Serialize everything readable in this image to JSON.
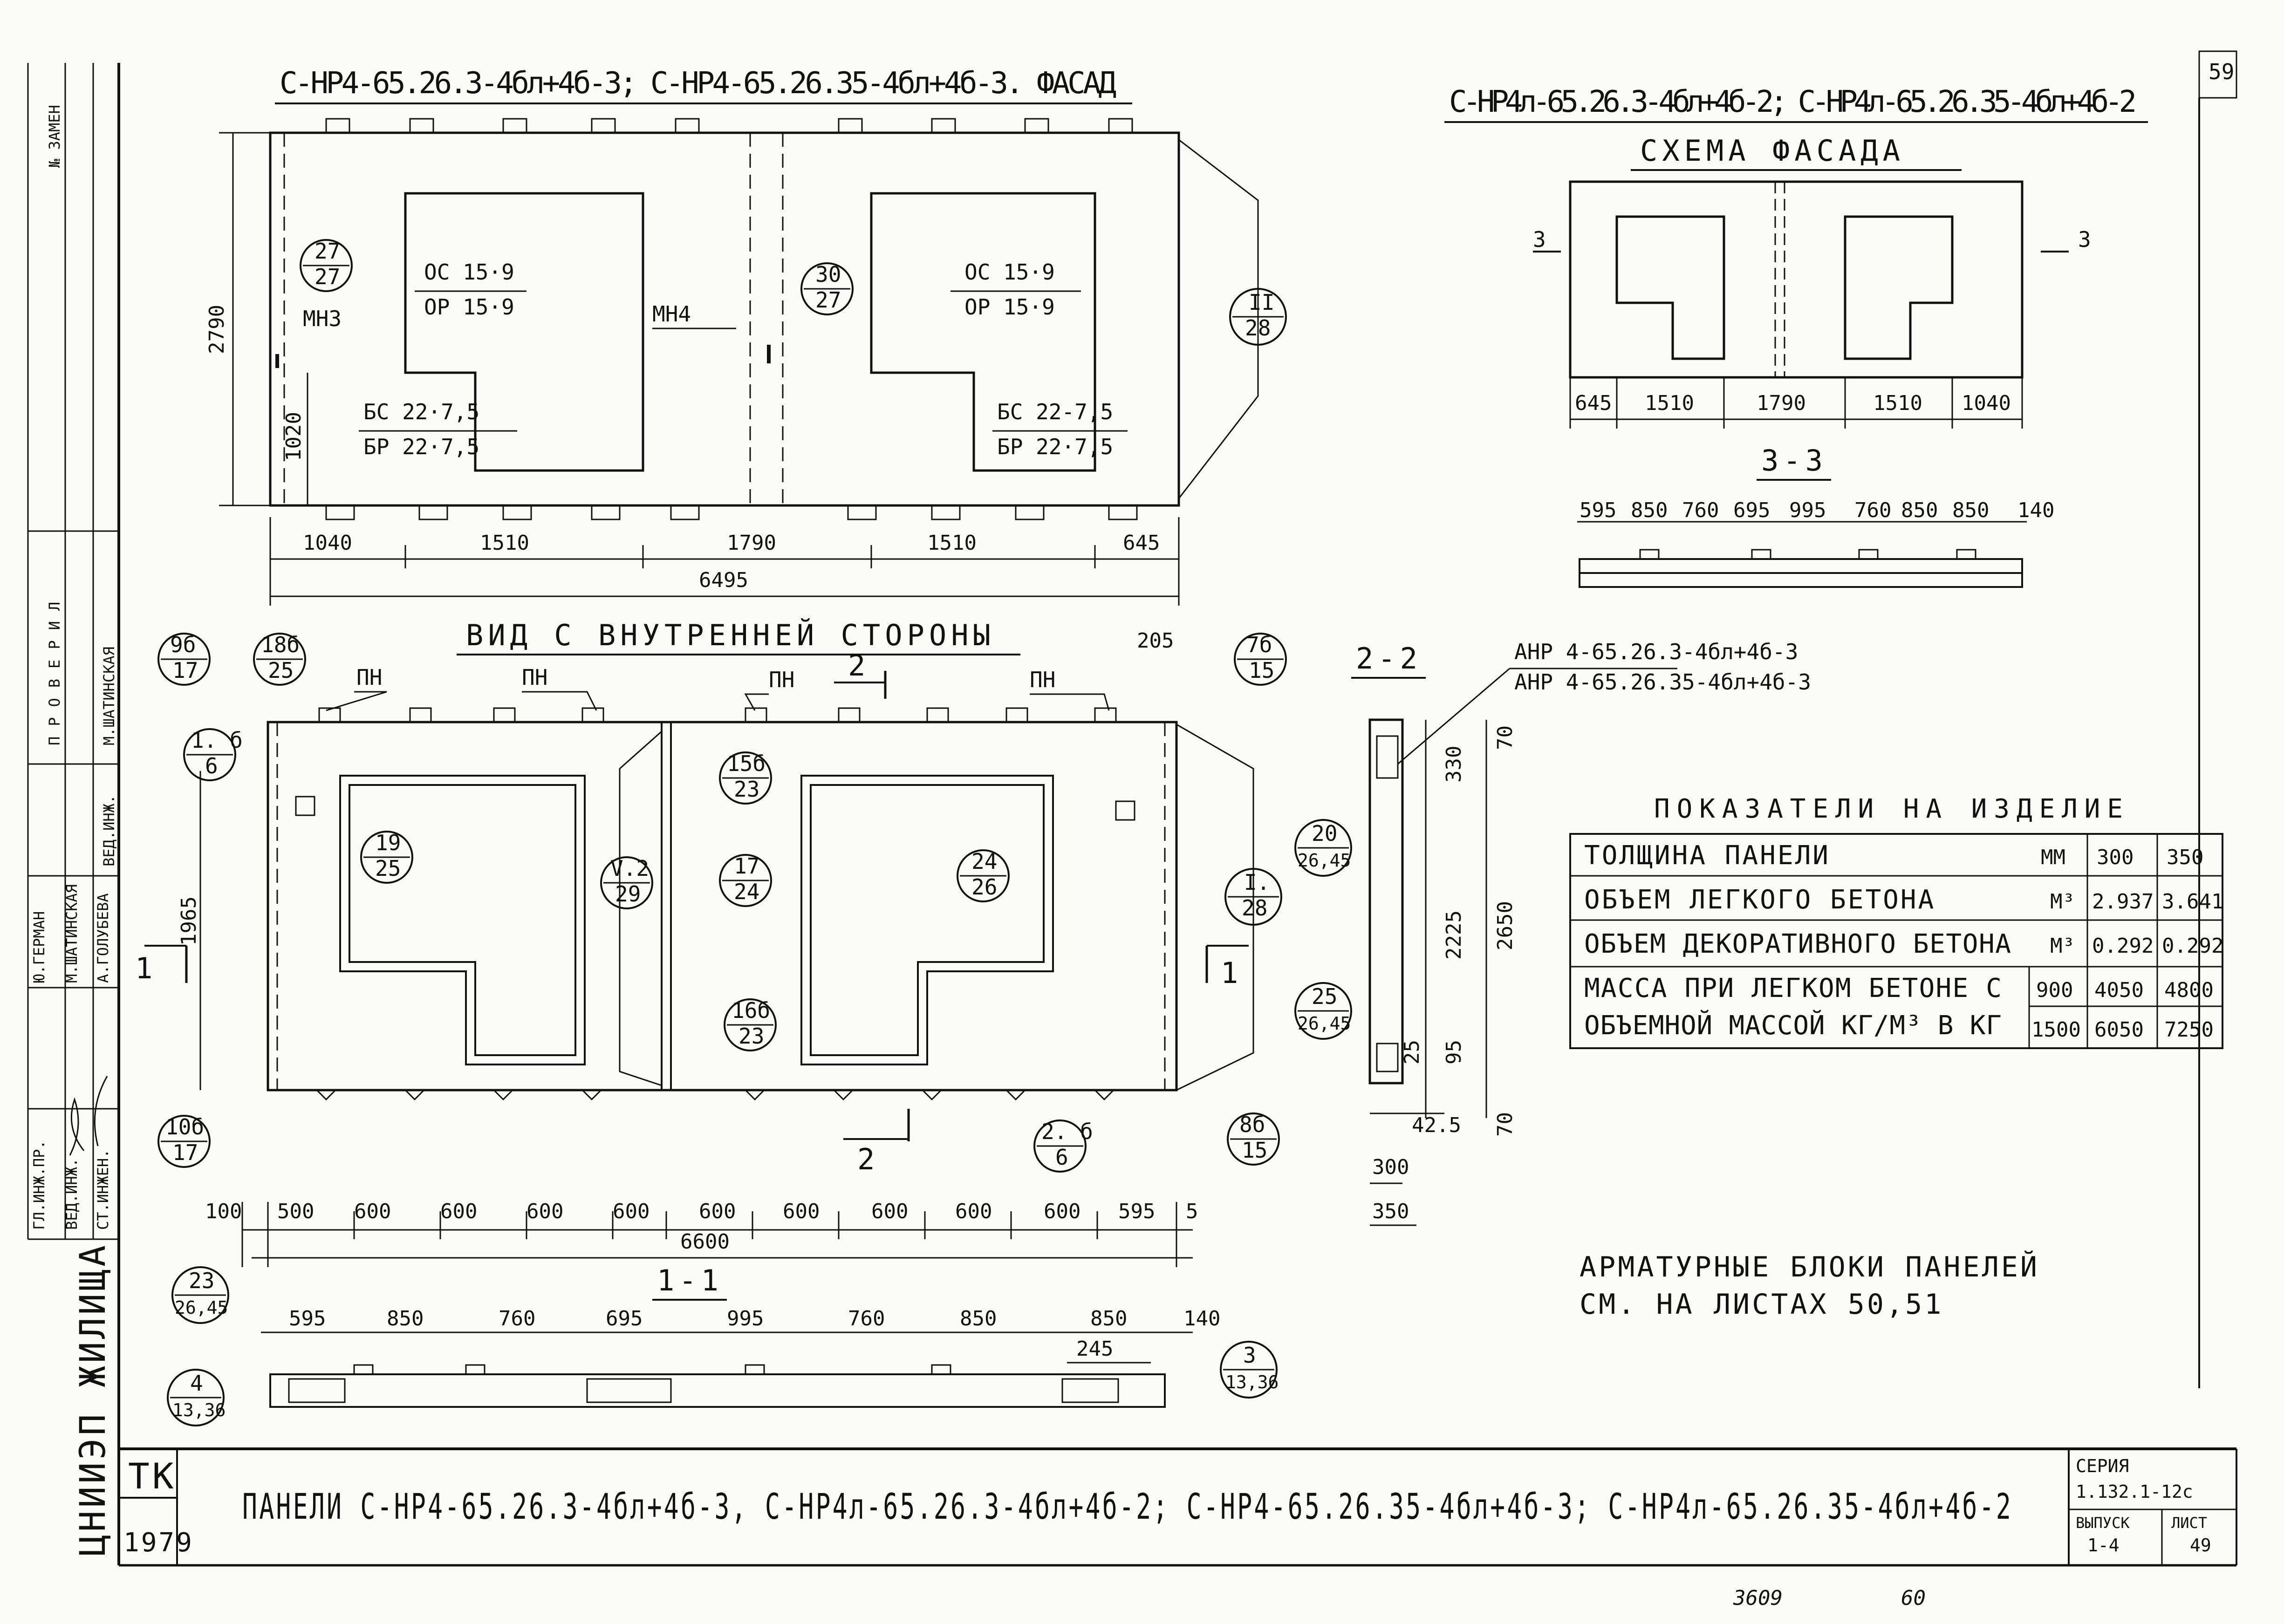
{
  "page_number": "59",
  "facade": {
    "title": "С-НР4-65.26.3-4бл+4б-3; С-НР4-65.26.35-4бл+4б-3. ФАСАД",
    "height_dim": "2790",
    "window_height_dim": "1020",
    "window_left_top": "ОС 15·9",
    "window_left_bottom": "ОР 15·9",
    "window_right_top": "ОС 15·9",
    "window_right_bottom": "ОР 15·9",
    "door_left_top": "БС 22·7,5",
    "door_left_bottom": "БР 22·7,5",
    "door_right_top": "БС 22-7,5",
    "door_right_bottom": "БР 22·7,5",
    "mark_mn3": "МН3",
    "mark_mn4": "МН4",
    "callout_27_top": "27",
    "callout_27_bottom": "27",
    "callout_30_top": "30",
    "callout_30_bottom": "27",
    "callout_II_top": "II",
    "callout_II_bottom": "28",
    "dims": [
      "1040",
      "1510",
      "1790",
      "1510",
      "645"
    ],
    "total": "6495"
  },
  "scheme": {
    "title": "С-НР4л-65.26.3-4бл+4б-2; С-НР4л-65.26.35-4бл+4б-2",
    "subtitle": "СХЕМА ФАСАДА",
    "section_mark": "3",
    "dims": [
      "645",
      "1510",
      "1790",
      "1510",
      "1040"
    ],
    "section_title": "3-3",
    "section_dims": [
      "595",
      "850",
      "760",
      "695",
      "995",
      "760",
      "850",
      "850",
      "140"
    ]
  },
  "inner_view": {
    "title": "ВИД С ВНУТРЕННЕЙ СТОРОНЫ",
    "pn": "ПН",
    "dim_205": "205",
    "dim_1965": "1965",
    "section_1": "1",
    "section_2": "2",
    "dims": [
      "100",
      "500",
      "600",
      "600",
      "600",
      "600",
      "600",
      "600",
      "600",
      "600",
      "600",
      "595",
      "5"
    ],
    "total": "6600",
    "callouts": [
      {
        "top": "9б",
        "bottom": "17"
      },
      {
        "top": "18б",
        "bottom": "25"
      },
      {
        "top": "1. б",
        "bottom": "6"
      },
      {
        "top": "19",
        "bottom": "25"
      },
      {
        "top": "10б",
        "bottom": "17"
      },
      {
        "top": "V.2",
        "bottom": "29"
      },
      {
        "top": "15б",
        "bottom": "23"
      },
      {
        "top": "17",
        "bottom": "24"
      },
      {
        "top": "16б",
        "bottom": "23"
      },
      {
        "top": "2. б",
        "bottom": "6"
      },
      {
        "top": "24",
        "bottom": "26"
      },
      {
        "top": "7б",
        "bottom": "15"
      },
      {
        "top": "I.",
        "bottom": "28"
      },
      {
        "top": "8б",
        "bottom": "15"
      }
    ]
  },
  "section_22": {
    "title": "2-2",
    "label_line1": "АНР 4-65.26.3-4бл+4б-3",
    "label_line2": "АНР 4-65.26.35-4бл+4б-3",
    "dims_right": [
      "70",
      "330",
      "2225",
      "95",
      "25",
      "2650",
      "70"
    ],
    "dim_425": "42.5",
    "dim_300": "300",
    "dim_350": "350",
    "callout_20_top": "20",
    "callout_20_bottom": "26,45",
    "callout_25_top": "25",
    "callout_25_bottom": "26,45"
  },
  "indicators": {
    "title": "ПОКАЗАТЕЛИ НА ИЗДЕЛИЕ",
    "rows": [
      {
        "name": "ТОЛЩИНА ПАНЕЛИ",
        "unit": "ММ",
        "v1": "300",
        "v2": "350"
      },
      {
        "name": "ОБЪЕМ ЛЕГКОГО БЕТОНА",
        "unit": "М³",
        "v1": "2.937",
        "v2": "3.641"
      },
      {
        "name": "ОБЪЕМ ДЕКОРАТИВНОГО БЕТОНА",
        "unit": "М³",
        "v1": "0.292",
        "v2": "0.292"
      }
    ],
    "mass_line1": "МАССА ПРИ ЛЕГКОМ БЕТОНЕ С",
    "mass_line2": "ОБЪЕМНОЙ МАССОЙ КГ/М³ В КГ",
    "mass_rows": [
      {
        "density": "900",
        "v1": "4050",
        "v2": "4800"
      },
      {
        "density": "1500",
        "v1": "6050",
        "v2": "7250"
      }
    ]
  },
  "section_11": {
    "title": "1-1",
    "dims": [
      "595",
      "850",
      "760",
      "695",
      "995",
      "760",
      "850",
      "850",
      "140"
    ],
    "dim_245": "245",
    "callout_23_top": "23",
    "callout_23_bottom": "26,45",
    "callout_4_top": "4",
    "callout_4_bottom": "13,36",
    "callout_3_top": "3",
    "callout_3_bottom": "13,36"
  },
  "note": {
    "line1": "АРМАТУРНЫЕ БЛОКИ ПАНЕЛЕЙ",
    "line2": "СМ. НА ЛИСТАХ 50,51"
  },
  "title_block": {
    "tk": "ТК",
    "year": "1979",
    "title": "ПАНЕЛИ С-НР4-65.26.3-4бл+4б-3, С-НР4л-65.26.3-4бл+4б-2; С-НР4-65.26.35-4бл+4б-3; С-НР4л-65.26.35-4бл+4б-2",
    "series_label": "СЕРИЯ",
    "series_value": "1.132.1-12с",
    "issue_label": "ВЫПУСК",
    "issue_value": "1-4",
    "sheet_label": "ЛИСТ",
    "sheet_value": "49",
    "org": "ЦНИИЭП ЖИЛИЩА"
  },
  "stamp": {
    "zamen": "№ ЗАМЕН",
    "proveril": "ПРОВЕРИЛ",
    "rows": [
      {
        "role": "ГЛ.ИНЖ.ПР.",
        "name": "Ю.ГЕРМАН"
      },
      {
        "role": "ВЕД.ИНЖ.",
        "name": "М.ШАТИНСКАЯ"
      },
      {
        "role": "СТ.ИНЖЕН.",
        "name": "А.ГОЛУБЕВА"
      }
    ],
    "ved_inzh": "ВЕД.ИНЖ.",
    "checker": "М.ШАТИНСКАЯ"
  },
  "footer_numbers": [
    "3609",
    "60"
  ]
}
